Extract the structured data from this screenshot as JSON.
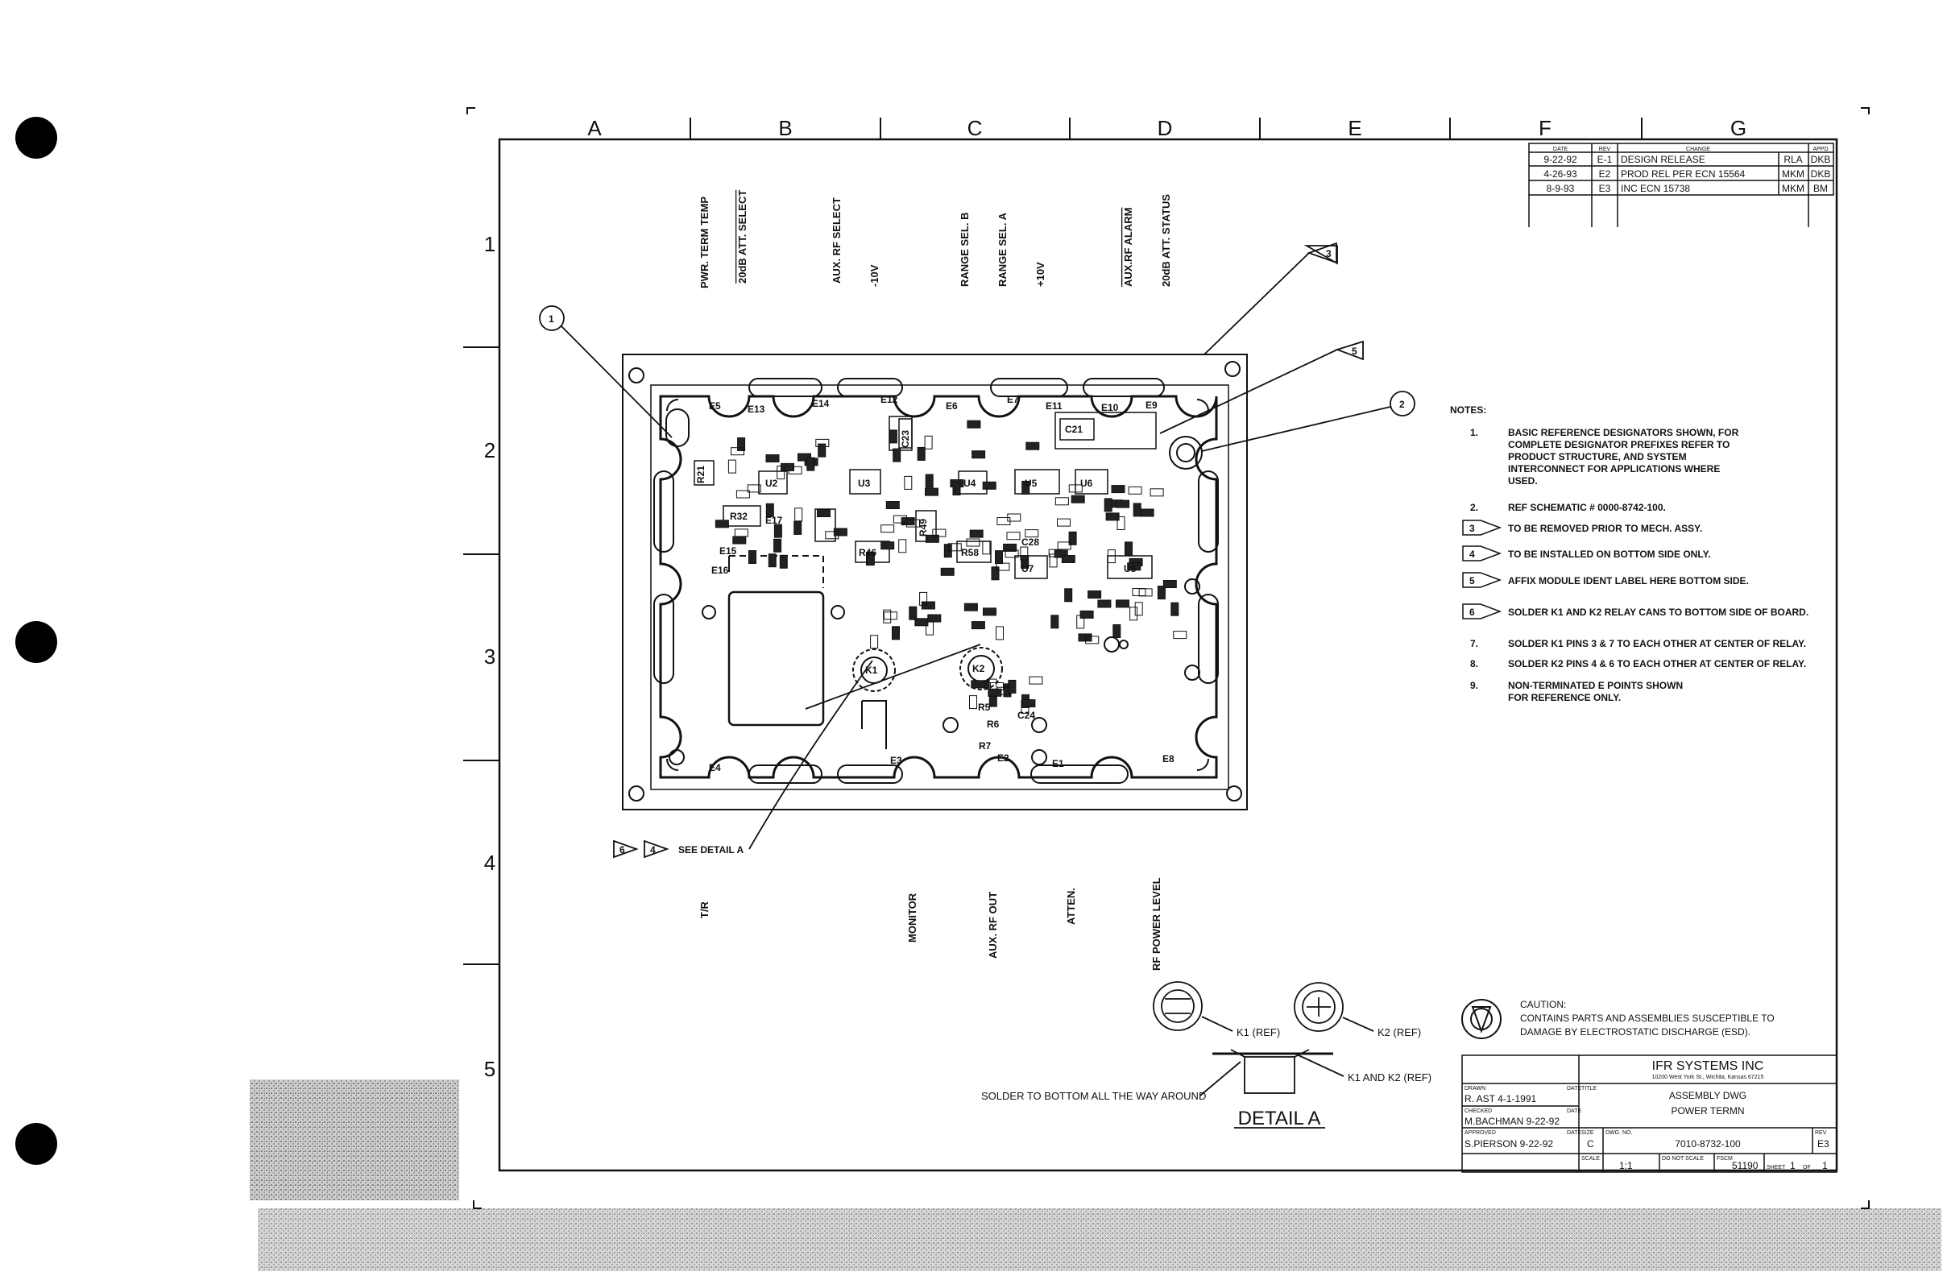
{
  "zones": {
    "columns": [
      "A",
      "B",
      "C",
      "D",
      "E",
      "F",
      "G"
    ],
    "rows": [
      "1",
      "2",
      "3",
      "4",
      "5"
    ]
  },
  "revisions": {
    "headers": {
      "date": "DATE",
      "rev": "REV",
      "change": "CHANGE",
      "appd": "APPD"
    },
    "rows": [
      {
        "date": "9-22-92",
        "rev": "E-1",
        "change": "DESIGN RELEASE",
        "by": "RLA",
        "appd": "DKB"
      },
      {
        "date": "4-26-93",
        "rev": "E2",
        "change": "PROD REL PER ECN 15564",
        "by": "MKM",
        "appd": "DKB"
      },
      {
        "date": "8-9-93",
        "rev": "E3",
        "change": "INC ECN 15738",
        "by": "MKM",
        "appd": "BM"
      }
    ]
  },
  "pin_labels_top": [
    "PWR. TERM TEMP",
    "20dB ATT. SELECT",
    "AUX. RF SELECT",
    "-10V",
    "RANGE SEL. B",
    "RANGE SEL. A",
    "+10V",
    "AUX.RF ALARM",
    "20dB ATT. STATUS"
  ],
  "pin_labels_bottom": [
    "T/R",
    "MONITOR",
    "AUX. RF OUT",
    "ATTEN.",
    "RF POWER LEVEL"
  ],
  "e_points": [
    "E5",
    "E13",
    "E14",
    "E12",
    "E6",
    "E7",
    "E11",
    "E10",
    "E9",
    "E15",
    "E16",
    "E4",
    "E3",
    "E2",
    "E1",
    "E8"
  ],
  "components": [
    "U2",
    "U3",
    "U4",
    "U5",
    "U6",
    "U7",
    "U8",
    "K1",
    "K2",
    "C21",
    "C23",
    "R32",
    "R46",
    "R58",
    "R49",
    "R5",
    "R6",
    "R7",
    "C24",
    "C28",
    "R21",
    "E17"
  ],
  "callouts": {
    "c1": "1",
    "c2": "2",
    "f3": "3",
    "f5": "5",
    "f6": "6",
    "f4": "4",
    "see_detail": "SEE DETAIL A"
  },
  "notes": {
    "title": "NOTES:",
    "items": [
      {
        "num": "1.",
        "lines": [
          "BASIC REFERENCE DESIGNATORS SHOWN, FOR",
          "COMPLETE DESIGNATOR PREFIXES REFER TO",
          "PRODUCT STRUCTURE, AND SYSTEM",
          "INTERCONNECT FOR APPLICATIONS WHERE",
          "USED."
        ]
      },
      {
        "num": "2.",
        "lines": [
          "REF SCHEMATIC # 0000-8742-100."
        ]
      },
      {
        "flag": "3",
        "lines": [
          "TO BE REMOVED PRIOR TO MECH. ASSY."
        ]
      },
      {
        "flag": "4",
        "lines": [
          "TO BE INSTALLED ON BOTTOM SIDE ONLY."
        ]
      },
      {
        "flag": "5",
        "lines": [
          "AFFIX MODULE IDENT LABEL HERE BOTTOM SIDE."
        ]
      },
      {
        "flag": "6",
        "lines": [
          "SOLDER K1 AND K2 RELAY CANS TO BOTTOM SIDE OF BOARD."
        ]
      },
      {
        "num": "7.",
        "lines": [
          "SOLDER K1 PINS 3 & 7 TO EACH OTHER AT CENTER OF RELAY."
        ]
      },
      {
        "num": "8.",
        "lines": [
          "SOLDER K2 PINS 4 & 6 TO EACH OTHER AT CENTER OF RELAY."
        ]
      },
      {
        "num": "9.",
        "lines": [
          "NON-TERMINATED E POINTS SHOWN",
          "FOR REFERENCE ONLY."
        ]
      }
    ]
  },
  "detail": {
    "k1_ref": "K1 (REF)",
    "k2_ref": "K2 (REF)",
    "k1k2_ref": "K1 AND K2 (REF)",
    "solder": "SOLDER TO BOTTOM ALL THE WAY AROUND",
    "title": "DETAIL A"
  },
  "caution": {
    "title": "CAUTION:",
    "line1": "CONTAINS PARTS AND ASSEMBLIES SUSCEPTIBLE TO",
    "line2": "DAMAGE BY ELECTROSTATIC DISCHARGE (ESD)."
  },
  "title_block": {
    "company": "IFR  SYSTEMS  INC",
    "address": "10200 West York St., Wichita, Kansas 67215",
    "title_label": "TITLE",
    "title_line1": "ASSEMBLY DWG",
    "title_line2": "POWER TERMN",
    "drawn_label": "DRAWN",
    "drawn": "R. AST 4-1-1991",
    "checked_label": "CHECKED",
    "checked": "M.BACHMAN 9-22-92",
    "approved_label": "APPROVED",
    "approved": "S.PIERSON 9-22-92",
    "date_label": "DATE",
    "size_label": "SIZE",
    "size": "C",
    "dwg_label": "DWG. NO.",
    "dwg_no": "7010-8732-100",
    "rev_label": "REV",
    "rev": "E3",
    "scale_label": "SCALE",
    "scale": "1:1",
    "dns_label": "DO NOT SCALE",
    "fscm_label": "FSCM",
    "fscm": "51190",
    "sheet_label": "SHEET",
    "sheet_no": "1",
    "of_label": "OF",
    "sheet_total": "1"
  },
  "colors": {
    "ink": "#111111",
    "paper": "#ffffff",
    "hole": "#000000"
  }
}
